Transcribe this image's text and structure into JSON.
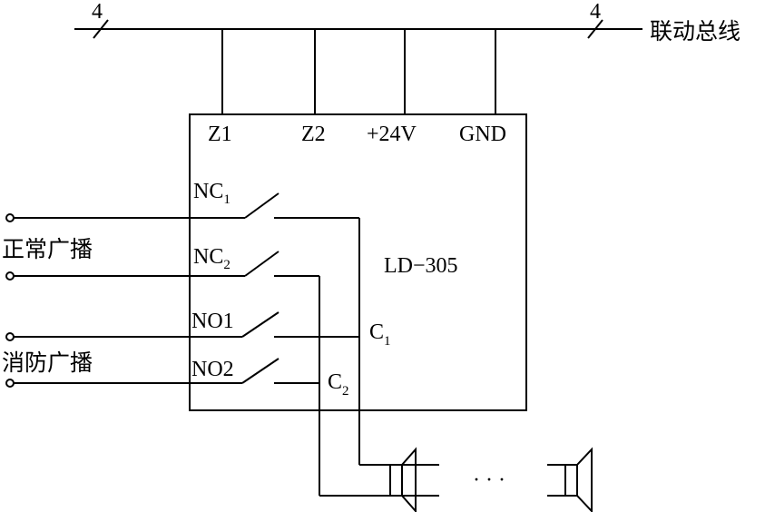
{
  "bus": {
    "wire_count_left": "4",
    "wire_count_right": "4",
    "label": "联动总线"
  },
  "module": {
    "name": "LD−305",
    "terminals": [
      "Z1",
      "Z2",
      "+24V",
      "GND"
    ]
  },
  "contacts": {
    "nc1": {
      "main": "NC",
      "sub": "1"
    },
    "nc2": {
      "main": "NC",
      "sub": "2"
    },
    "no1": {
      "main": "NO1"
    },
    "no2": {
      "main": "NO2"
    },
    "c1": {
      "main": "C",
      "sub": "1"
    },
    "c2": {
      "main": "C",
      "sub": "2"
    }
  },
  "inputs": {
    "normal": "正常广播",
    "fire": "消防广播"
  },
  "speakers": {
    "ellipsis": "· · ·"
  },
  "colors": {
    "line": "#000000",
    "background": "#ffffff"
  }
}
